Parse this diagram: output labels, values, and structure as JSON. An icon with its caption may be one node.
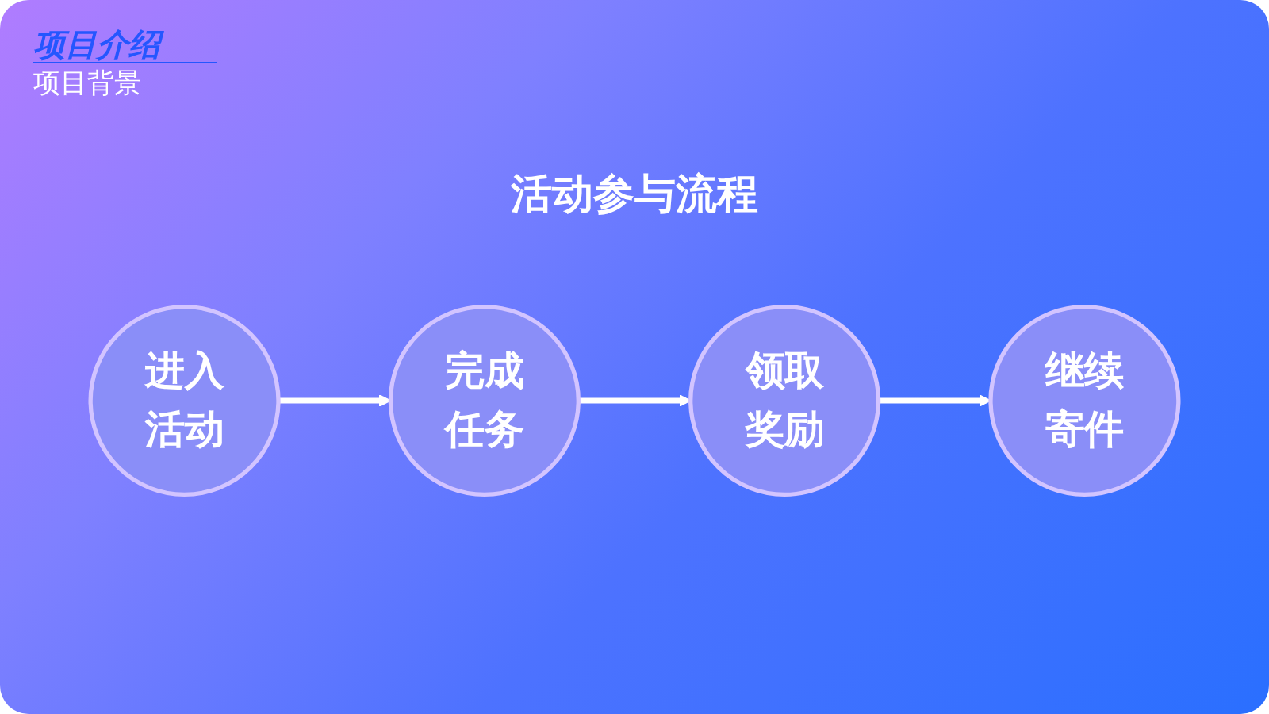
{
  "diagram": {
    "title": "活动参与流程",
    "nodes": [
      {
        "text": [
          "进入活动"
        ]
      },
      {
        "text": [
          "完成任务"
        ]
      },
      {
        "text": [
          "领取奖励"
        ]
      },
      {
        "text": [
          "继续寄件"
        ]
      }
    ],
    "edges": [
      {
        "from": 0,
        "to": 1,
        "arrow": "to"
      },
      {
        "from": 1,
        "to": 2,
        "arrow": "to"
      },
      {
        "from": 2,
        "to": 3,
        "arrow": "to"
      }
    ],
    "labels": [
      "项目介绍",
      "项目背景"
    ]
  }
}
